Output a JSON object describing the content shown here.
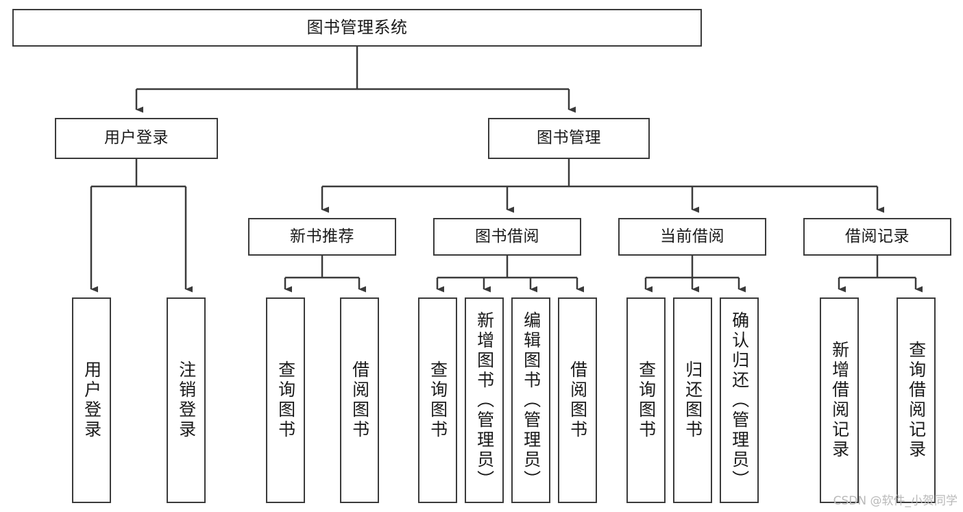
{
  "diagram": {
    "title": "图书管理系统",
    "type": "tree-hierarchy",
    "orientation": "top-down",
    "style": {
      "box_border_color": "#3a3a3a",
      "box_fill_color": "#ffffff",
      "edge_color": "#3a3a3a",
      "text_color": "#1a1a1a",
      "background": "#ffffff"
    }
  },
  "nodes": {
    "root": {
      "label": "图书管理系统"
    },
    "level2": [
      {
        "id": "user-login",
        "label": "用户登录"
      },
      {
        "id": "book-management",
        "label": "图书管理"
      }
    ],
    "level3": [
      {
        "id": "new-book-recommend",
        "label": "新书推荐"
      },
      {
        "id": "book-borrow",
        "label": "图书借阅"
      },
      {
        "id": "current-borrow",
        "label": "当前借阅"
      },
      {
        "id": "borrow-record",
        "label": "借阅记录"
      }
    ],
    "leaves": {
      "user-login": [
        {
          "id": "leaf-user-login",
          "label": "用户登录"
        },
        {
          "id": "leaf-logout",
          "label": "注销登录"
        }
      ],
      "new-book-recommend": [
        {
          "id": "leaf-query-book-1",
          "label": "查询图书"
        },
        {
          "id": "leaf-borrow-book-1",
          "label": "借阅图书"
        }
      ],
      "book-borrow": [
        {
          "id": "leaf-query-book-2",
          "label": "查询图书"
        },
        {
          "id": "leaf-add-book",
          "label": "新增图书（管理员）"
        },
        {
          "id": "leaf-edit-book",
          "label": "编辑图书（管理员）"
        },
        {
          "id": "leaf-borrow-book-2",
          "label": "借阅图书"
        }
      ],
      "current-borrow": [
        {
          "id": "leaf-query-book-3",
          "label": "查询图书"
        },
        {
          "id": "leaf-return-book",
          "label": "归还图书"
        },
        {
          "id": "leaf-confirm-return",
          "label": "确认归还（管理员）"
        }
      ],
      "borrow-record": [
        {
          "id": "leaf-add-record",
          "label": "新增借阅记录"
        },
        {
          "id": "leaf-query-record",
          "label": "查询借阅记录"
        }
      ]
    }
  },
  "watermark": {
    "text": "CSDN @软件_小贺同学"
  }
}
